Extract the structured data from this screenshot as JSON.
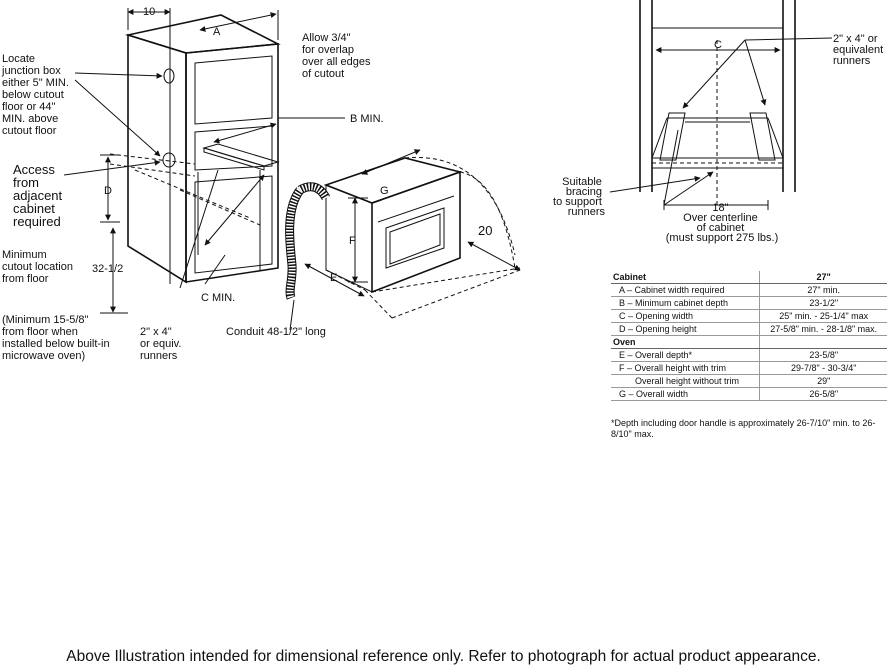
{
  "left_diagram": {
    "dim_10": "10",
    "dim_A": "A",
    "dim_D": "D",
    "dim_32": "32-1/2",
    "allow_note": [
      "Allow 3/4\"",
      "for overlap",
      "over all edges",
      "of cutout"
    ],
    "b_min": "B MIN.",
    "c_min": "C MIN.",
    "locate_note": [
      "Locate",
      "junction box",
      "either 5\" MIN.",
      "below cutout",
      "floor or 44\"",
      "MIN. above",
      "cutout floor"
    ],
    "access_note": [
      "Access",
      "from",
      "adjacent",
      "cabinet",
      "required"
    ],
    "min_cutout_note": [
      "Minimum",
      "cutout location",
      "from floor"
    ],
    "min_15_note": [
      "(Minimum 15-5/8\"",
      "from floor when",
      "installed below built-in",
      "microwave oven)"
    ],
    "runners_note": [
      "2\" x 4\"",
      "or equiv.",
      "runners"
    ],
    "conduit_note": "Conduit 48-1/2\" long",
    "dim_G": "G",
    "dim_F": "F",
    "dim_E": "E",
    "dim_20": "20"
  },
  "right_diagram": {
    "dim_C": "C",
    "runners_note": [
      "2\" x  4\" or",
      "equivalent",
      "runners"
    ],
    "bracing_note": [
      "Suitable",
      "bracing",
      "to support",
      "runners"
    ],
    "center_note": [
      "18\"",
      "Over centerline",
      "of cabinet",
      "(must support 275 lbs.)"
    ]
  },
  "table": {
    "cabinet_header": "Cabinet",
    "size_header": "27\"",
    "cabinet_rows": [
      {
        "label": "A – Cabinet width required",
        "value": "27\" min."
      },
      {
        "label": "B – Minimum cabinet depth",
        "value": "23-1/2\""
      },
      {
        "label": "C – Opening width",
        "value": "25\" min. - 25-1/4\" max"
      },
      {
        "label": "D – Opening height",
        "value": "27-5/8\" min. - 28-1/8\" max."
      }
    ],
    "oven_header": "Oven",
    "oven_rows": [
      {
        "label": "E – Overall depth*",
        "value": "23-5/8\""
      },
      {
        "label": "F – Overall height with trim",
        "value": "29-7/8\" - 30-3/4\""
      },
      {
        "label": "Overall height without trim",
        "value": "29\""
      },
      {
        "label": "G – Overall width",
        "value": "26-5/8\""
      }
    ],
    "note": "*Depth including door handle is approximately 26-7/10\" min. to 26-8/10\" max."
  },
  "footer": "Above Illustration intended for dimensional reference only. Refer to photograph for actual product appearance."
}
